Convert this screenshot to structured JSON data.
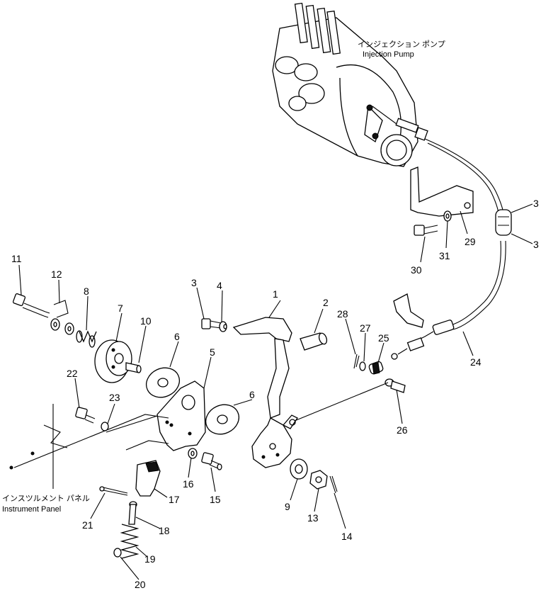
{
  "labels": {
    "pump_jp": "インジェクション ポンプ",
    "pump_en": "Injection Pump",
    "panel_jp": "インスツルメント パネル",
    "panel_en": "Instrument Panel"
  },
  "parts": {
    "p1": "1",
    "p2": "2",
    "p3a": "3",
    "p3b": "3",
    "p3c": "3",
    "p4": "4",
    "p5": "5",
    "p6a": "6",
    "p6b": "6",
    "p7": "7",
    "p8": "8",
    "p9": "9",
    "p10": "10",
    "p11": "11",
    "p12": "12",
    "p13": "13",
    "p14": "14",
    "p15": "15",
    "p16": "16",
    "p17": "17",
    "p18": "18",
    "p19": "19",
    "p20": "20",
    "p21": "21",
    "p22": "22",
    "p23": "23",
    "p24": "24",
    "p25": "25",
    "p26": "26",
    "p27": "27",
    "p28": "28",
    "p29": "29",
    "p30": "30",
    "p31": "31"
  }
}
